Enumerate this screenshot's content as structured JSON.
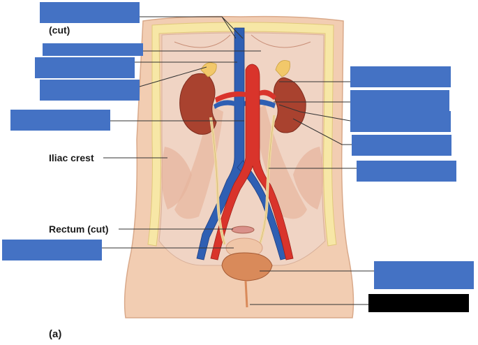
{
  "colors": {
    "label_box": "#4472c4",
    "label_box_hidden": "#000000",
    "skin": "#f2cdb2",
    "fat": "#f7e7a6",
    "muscle": "#e9b9a3",
    "kidney": "#a9422f",
    "artery": "#d9342b",
    "vein": "#2f5fb3",
    "ureter": "#f1d9a0",
    "adrenal": "#f2c86a",
    "bladder": "#d98a5a",
    "leader": "#333333"
  },
  "texts": {
    "cut_note": "(cut)",
    "iliac_crest": "Iliac crest",
    "rectum": "Rectum (cut)",
    "figure_label": "(a)"
  },
  "label_boxes": [
    "blank",
    "blank",
    "blank",
    "blank",
    "blank",
    "blank",
    "blank",
    "blank",
    "blank",
    "blank",
    "blank",
    "blank",
    "blank"
  ]
}
